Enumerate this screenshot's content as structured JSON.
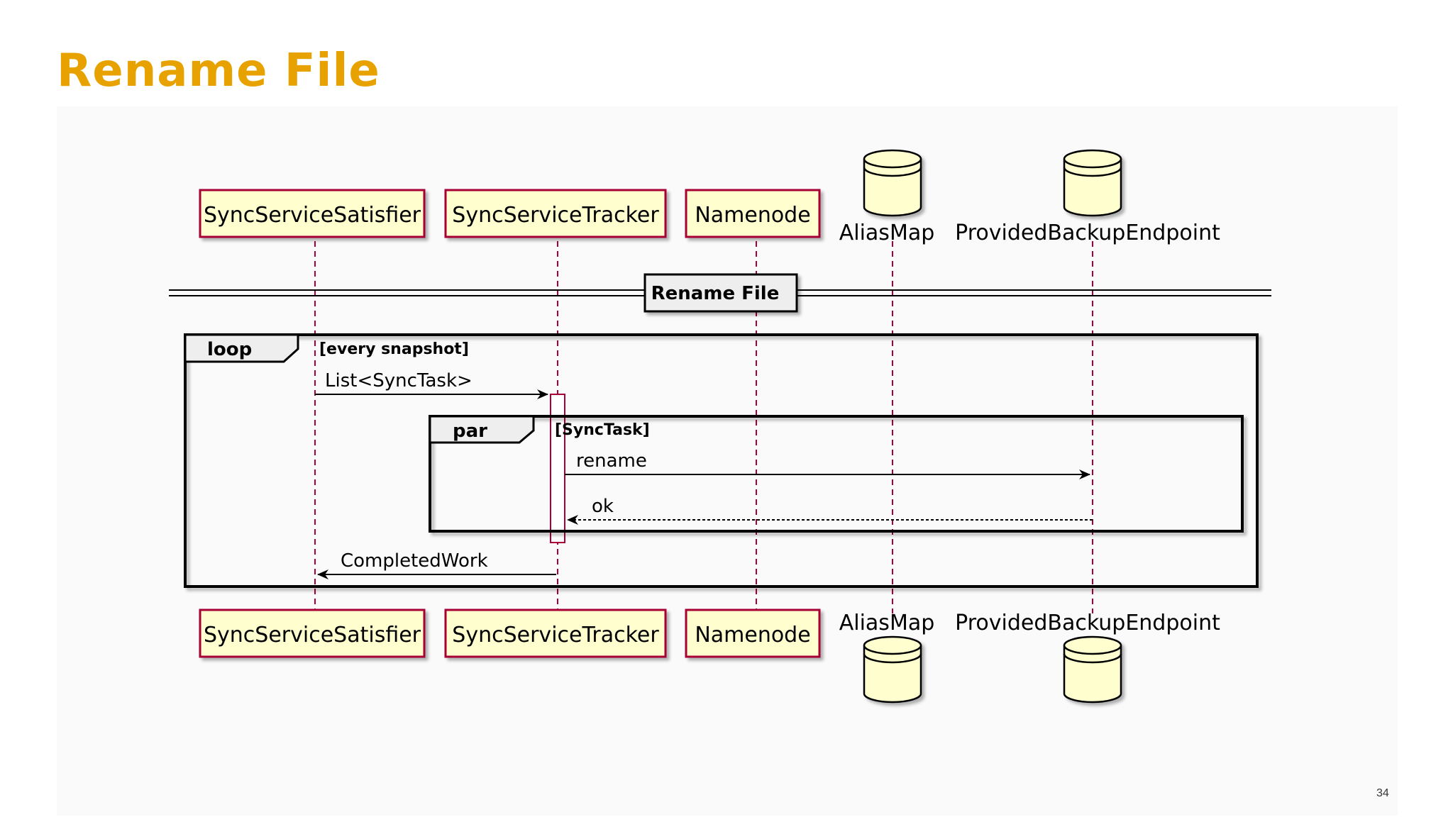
{
  "slide": {
    "title": "Rename File",
    "page_number": "34"
  },
  "diagram": {
    "participants": [
      {
        "id": "satisfier",
        "label": "SyncServiceSatisfier",
        "kind": "box"
      },
      {
        "id": "tracker",
        "label": "SyncServiceTracker",
        "kind": "box"
      },
      {
        "id": "namenode",
        "label": "Namenode",
        "kind": "box"
      },
      {
        "id": "aliasmap",
        "label": "AliasMap",
        "kind": "database"
      },
      {
        "id": "endpoint",
        "label": "ProvidedBackupEndpoint",
        "kind": "database"
      }
    ],
    "divider": "Rename File",
    "loop": {
      "label": "loop",
      "guard": "[every snapshot]"
    },
    "par": {
      "label": "par",
      "guard": "[SyncTask]"
    },
    "messages": [
      {
        "id": "list",
        "from": "satisfier",
        "to": "tracker",
        "label": "List<SyncTask>",
        "style": "solid"
      },
      {
        "id": "rename",
        "from": "tracker",
        "to": "endpoint",
        "label": "rename",
        "style": "solid"
      },
      {
        "id": "ok",
        "from": "endpoint",
        "to": "tracker",
        "label": "ok",
        "style": "dashed"
      },
      {
        "id": "completed",
        "from": "tracker",
        "to": "satisfier",
        "label": "CompletedWork",
        "style": "solid"
      }
    ],
    "colors": {
      "participant_fill": "#FEFECE",
      "participant_border": "#A80036",
      "lifeline": "#A80036",
      "frame_border": "#000000",
      "frame_tab_fill": "#EEEEEE",
      "title_color": "#E8A200"
    }
  }
}
